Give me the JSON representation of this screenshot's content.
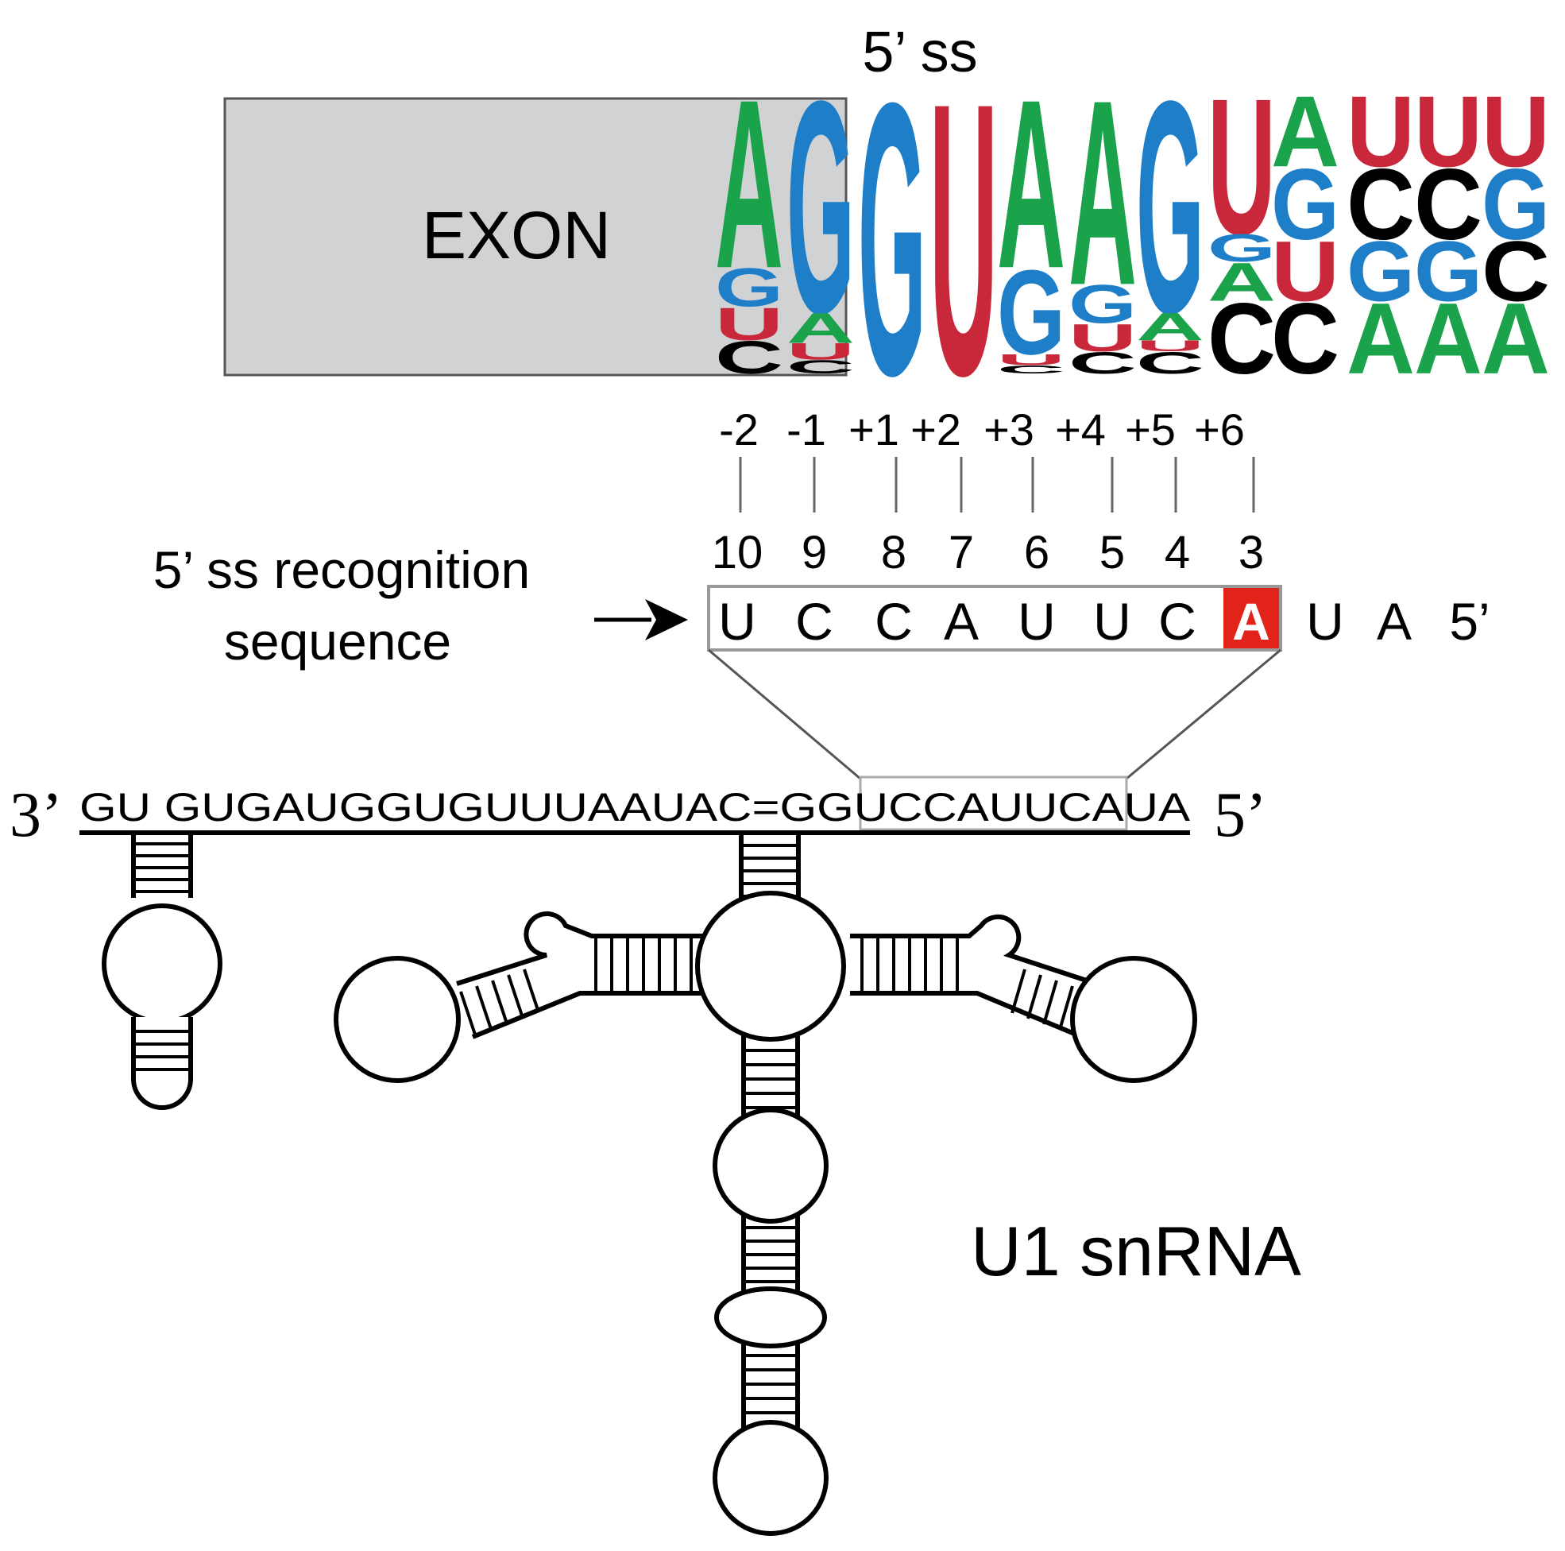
{
  "colors": {
    "A": "#1aa34a",
    "C": "#000000",
    "G": "#1f7ec8",
    "U": "#c8283a",
    "highlight": "#e2231a",
    "exon_fill": "#d1d2d4"
  },
  "labels": {
    "five_ss": "5’ ss",
    "exon": "EXON",
    "recognition_line1": "5’ ss recognition",
    "recognition_line2": "sequence",
    "u1_snrna": "U1 snRNA",
    "three_prime": "3’",
    "five_prime": "5’",
    "u1_sequence": "GU  GUGAUGGUGUUUAAUAC=GGUCCAUUCAUA"
  },
  "logo": {
    "columns": [
      {
        "position": "-2",
        "letters": [
          {
            "base": "A",
            "weight": 0.62
          },
          {
            "base": "G",
            "weight": 0.14
          },
          {
            "base": "U",
            "weight": 0.12
          },
          {
            "base": "C",
            "weight": 0.12
          }
        ]
      },
      {
        "position": "-1",
        "letters": [
          {
            "base": "G",
            "weight": 0.78
          },
          {
            "base": "A",
            "weight": 0.11
          },
          {
            "base": "U",
            "weight": 0.06
          },
          {
            "base": "C",
            "weight": 0.05
          }
        ]
      },
      {
        "position": "+1",
        "letters": [
          {
            "base": "G",
            "weight": 1.0
          }
        ]
      },
      {
        "position": "+2",
        "letters": [
          {
            "base": "U",
            "weight": 1.0
          }
        ]
      },
      {
        "position": "+3",
        "letters": [
          {
            "base": "A",
            "weight": 0.62
          },
          {
            "base": "G",
            "weight": 0.31
          },
          {
            "base": "U",
            "weight": 0.04
          },
          {
            "base": "C",
            "weight": 0.03
          }
        ]
      },
      {
        "position": "+4",
        "letters": [
          {
            "base": "A",
            "weight": 0.68
          },
          {
            "base": "G",
            "weight": 0.14
          },
          {
            "base": "U",
            "weight": 0.1
          },
          {
            "base": "C",
            "weight": 0.08
          }
        ]
      },
      {
        "position": "+5",
        "letters": [
          {
            "base": "G",
            "weight": 0.78
          },
          {
            "base": "A",
            "weight": 0.1
          },
          {
            "base": "U",
            "weight": 0.04
          },
          {
            "base": "C",
            "weight": 0.08
          }
        ]
      },
      {
        "position": "+6",
        "letters": [
          {
            "base": "U",
            "weight": 0.5
          },
          {
            "base": "G",
            "weight": 0.1
          },
          {
            "base": "A",
            "weight": 0.14
          },
          {
            "base": "C",
            "weight": 0.26
          }
        ]
      },
      {
        "position": "",
        "letters": [
          {
            "base": "A",
            "weight": 0.26
          },
          {
            "base": "G",
            "weight": 0.26
          },
          {
            "base": "U",
            "weight": 0.22
          },
          {
            "base": "C",
            "weight": 0.26
          }
        ]
      },
      {
        "position": "",
        "letters": [
          {
            "base": "U",
            "weight": 0.26
          },
          {
            "base": "C",
            "weight": 0.26
          },
          {
            "base": "G",
            "weight": 0.22
          },
          {
            "base": "A",
            "weight": 0.26
          }
        ]
      },
      {
        "position": "",
        "letters": [
          {
            "base": "U",
            "weight": 0.26
          },
          {
            "base": "C",
            "weight": 0.26
          },
          {
            "base": "G",
            "weight": 0.22
          },
          {
            "base": "A",
            "weight": 0.26
          }
        ]
      },
      {
        "position": "",
        "letters": [
          {
            "base": "U",
            "weight": 0.26
          },
          {
            "base": "G",
            "weight": 0.26
          },
          {
            "base": "C",
            "weight": 0.22
          },
          {
            "base": "A",
            "weight": 0.26
          }
        ]
      }
    ]
  },
  "recognition": {
    "numbers": [
      "10",
      "9",
      "8",
      "7",
      "6",
      "5",
      "4",
      "3"
    ],
    "bases": [
      "U",
      "C",
      "C",
      "A",
      "U",
      "U",
      "C",
      "A"
    ],
    "highlight_index": 7,
    "tail": [
      "U",
      "A",
      "5’"
    ]
  }
}
